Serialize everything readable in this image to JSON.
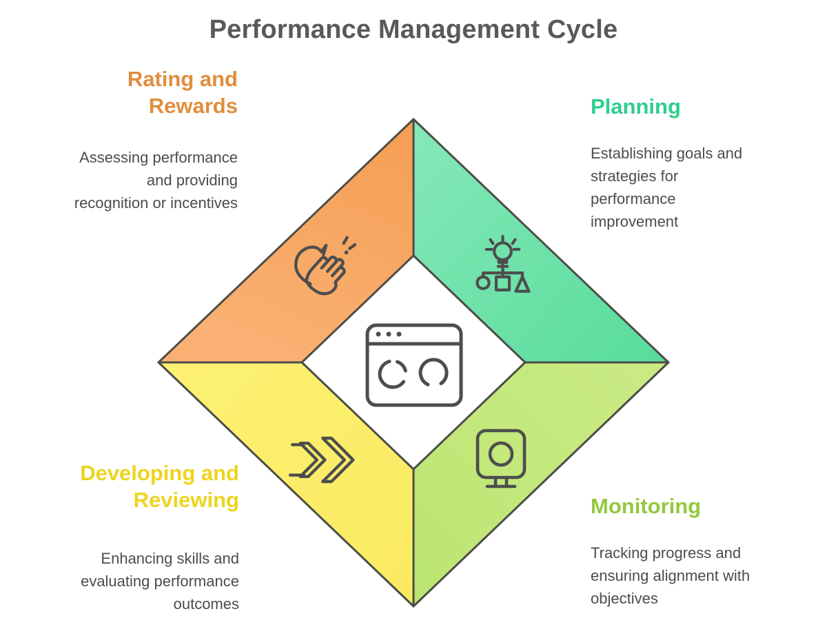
{
  "title": "Performance Management Cycle",
  "colors": {
    "title_text": "#58595B",
    "body_text": "#4B4C4E",
    "outline": "#4C4C48",
    "icon_stroke": "#4D4D4D"
  },
  "center": {
    "icon": "browser-sync-icon"
  },
  "quadrants": [
    {
      "id": "planning",
      "position": "top-right",
      "label": "Planning",
      "description": "Establishing goals and\nstrategies for\nperformance\nimprovement",
      "heading_color": "#2FCE8C",
      "fill_from": "#86E8B8",
      "fill_to": "#57DC9B",
      "icon": "idea-organization-icon"
    },
    {
      "id": "monitoring",
      "position": "bottom-right",
      "label": "Monitoring",
      "description": "Tracking progress and\nensuring alignment with\nobjectives",
      "heading_color": "#93C83E",
      "fill_from": "#CBEB85",
      "fill_to": "#BBE572",
      "icon": "monitoring-camera-icon"
    },
    {
      "id": "developing-reviewing",
      "position": "bottom-left",
      "label": "Developing and\nReviewing",
      "description": "Enhancing skills and\nevaluating performance\noutcomes",
      "heading_color": "#EDD41F",
      "fill_from": "#FDF174",
      "fill_to": "#F9EA60",
      "icon": "forward-chevrons-icon"
    },
    {
      "id": "rating-rewards",
      "position": "top-left",
      "label": "Rating and\nRewards",
      "description": "Assessing performance\nand providing\nrecognition or incentives",
      "heading_color": "#E08E3D",
      "fill_from": "#F59E53",
      "fill_to": "#F9B072",
      "icon": "clapping-hands-icon"
    }
  ]
}
